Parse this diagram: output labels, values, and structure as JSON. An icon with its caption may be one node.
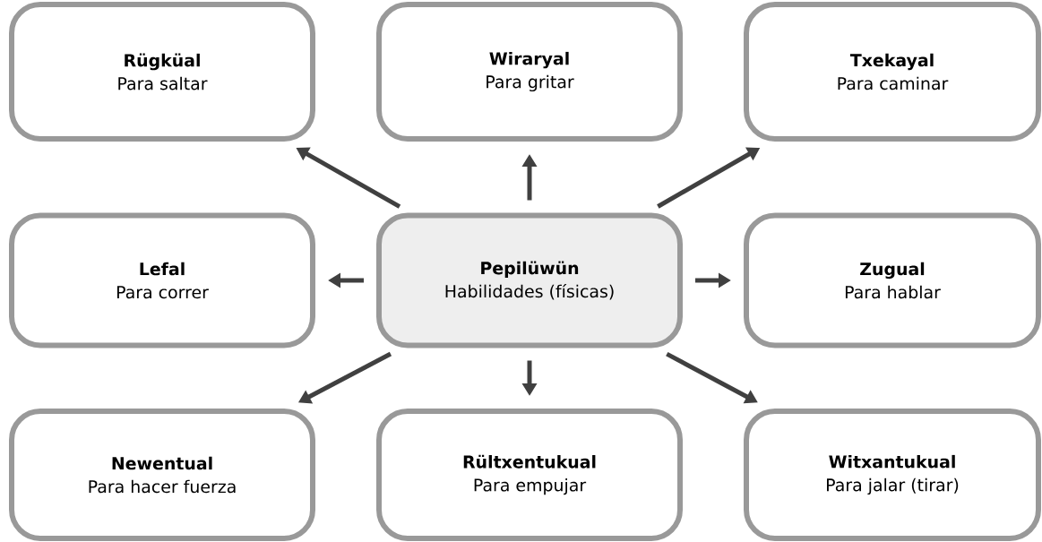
{
  "diagram": {
    "nodes": [
      {
        "text": [
          "Rügküal",
          "Para saltar"
        ]
      },
      {
        "text": [
          "Wiraryal",
          "Para gritar"
        ]
      },
      {
        "text": [
          "Txekayal",
          "Para caminar"
        ]
      },
      {
        "text": [
          "Lefal",
          "Para correr"
        ]
      },
      {
        "text": [
          "Pepilüwün",
          "Habilidades (físicas)"
        ]
      },
      {
        "text": [
          "Zugual",
          "Para hablar"
        ]
      },
      {
        "text": [
          "Newentual",
          "Para hacer fuerza"
        ]
      },
      {
        "text": [
          "Rültxentukual",
          "Para empujar"
        ]
      },
      {
        "text": [
          "Witxantukual",
          "Para jalar (tirar)"
        ]
      }
    ],
    "edges": [
      {
        "from": 4,
        "to": 0,
        "arrow": "to"
      },
      {
        "from": 4,
        "to": 1,
        "arrow": "to"
      },
      {
        "from": 4,
        "to": 2,
        "arrow": "to"
      },
      {
        "from": 4,
        "to": 3,
        "arrow": "to"
      },
      {
        "from": 4,
        "to": 5,
        "arrow": "to"
      },
      {
        "from": 4,
        "to": 6,
        "arrow": "to"
      },
      {
        "from": 4,
        "to": 7,
        "arrow": "to"
      },
      {
        "from": 4,
        "to": 8,
        "arrow": "to"
      }
    ]
  }
}
